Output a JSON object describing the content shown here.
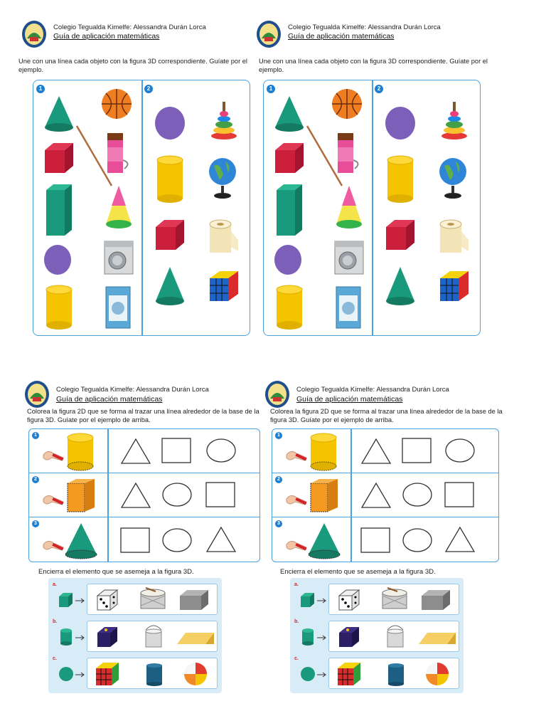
{
  "header": {
    "school": "Colegio Tegualda Kimelfe: Alessandra Durán Lorca",
    "guide": "Guía de aplicación matemáticas"
  },
  "match_sheet": {
    "instruction": "Une con una línea cada objeto con la figura 3D correspondiente. Guíate por el ejemplo.",
    "group_1_badge": "1",
    "group_2_badge": "2"
  },
  "trace_sheet": {
    "instruction": "Colorea la figura 2D que se forma al trazar una línea alrededor de la base de la figura 3D. Guíate por el ejemplo de arriba.",
    "rows": [
      {
        "badge": "1",
        "solid": "cylinder",
        "options": [
          "triangle",
          "square",
          "circle"
        ]
      },
      {
        "badge": "2",
        "solid": "cube",
        "options": [
          "triangle",
          "circle",
          "square"
        ]
      },
      {
        "badge": "3",
        "solid": "cone",
        "options": [
          "square",
          "circle",
          "triangle"
        ]
      }
    ]
  },
  "circle_task": {
    "title": "Encierra el elemento que se asemeja a la figura 3D.",
    "rows": [
      {
        "letter": "a.",
        "solid": "cube",
        "options": [
          "dice",
          "drum",
          "metal-box"
        ]
      },
      {
        "letter": "b.",
        "solid": "cylinder",
        "options": [
          "gift-box",
          "paint-can",
          "triangular-prism"
        ]
      },
      {
        "letter": "c.",
        "solid": "sphere",
        "options": [
          "rubik-cube",
          "candle",
          "beach-ball"
        ]
      }
    ]
  },
  "colors": {
    "accent_blue": "#4aa3df",
    "badge_blue": "#1e7fd0",
    "teal": "#1a9a7c",
    "red": "#cc1f3c",
    "yellow": "#f5c400",
    "purple": "#7b5fb8"
  }
}
